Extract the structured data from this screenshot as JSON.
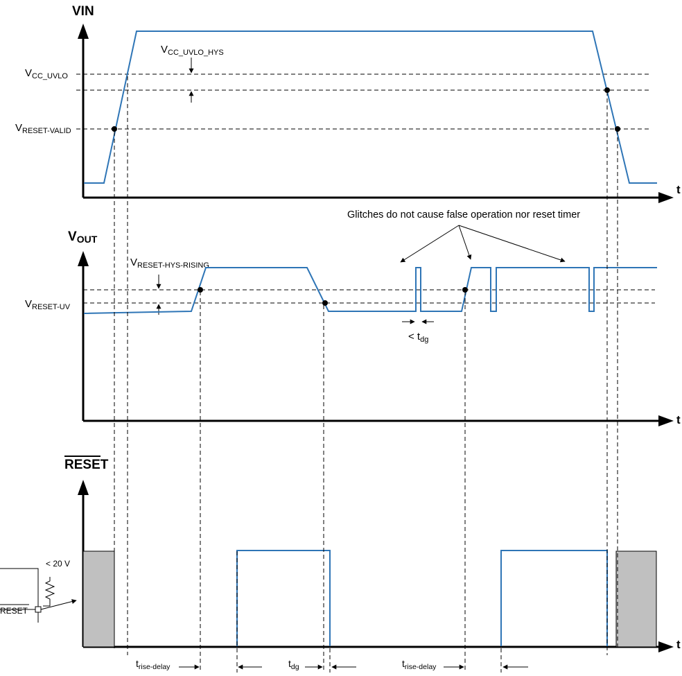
{
  "vin": {
    "title": "VIN",
    "t_label": "t",
    "vcc_uvlo": {
      "main": "V",
      "sub": "CC_UVLO"
    },
    "vcc_uvlo_hys": {
      "main": "V",
      "sub": "CC_UVLO_HYS"
    },
    "vreset_valid": {
      "main": "V",
      "sub": "RESET-VALID"
    }
  },
  "vout": {
    "title_main": "V",
    "title_sub": "OUT",
    "t_label": "t",
    "vreset_hys_rising": {
      "main": "V",
      "sub": "RESET-HYS-RISING"
    },
    "vreset_uv": {
      "main": "V",
      "sub": "RESET-UV"
    },
    "glitch_note": "Glitches do not cause false operation nor reset timer",
    "tdg_less": {
      "main": "< t",
      "sub": "dg"
    }
  },
  "reset": {
    "title": "RESET",
    "t_label": "t",
    "pullup_voltage": "< 20 V",
    "pin_label": "RESET"
  },
  "timing": {
    "trise_delay_1": {
      "main": "t",
      "sub": "rise-delay"
    },
    "tdg": {
      "main": "t",
      "sub": "dg"
    },
    "trise_delay_2": {
      "main": "t",
      "sub": "rise-delay"
    }
  },
  "colors": {
    "signal": "#2e75b6",
    "undefined_region": "#c0c0c0"
  }
}
